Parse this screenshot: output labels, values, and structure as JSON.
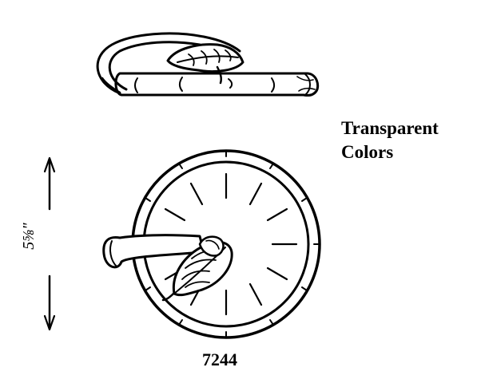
{
  "note": {
    "line1": "Transparent",
    "line2": "Colors"
  },
  "item_number": "7244",
  "dimension": {
    "label": "5⅝\""
  },
  "colors": {
    "ink": "#000000",
    "paper": "#ffffff"
  }
}
